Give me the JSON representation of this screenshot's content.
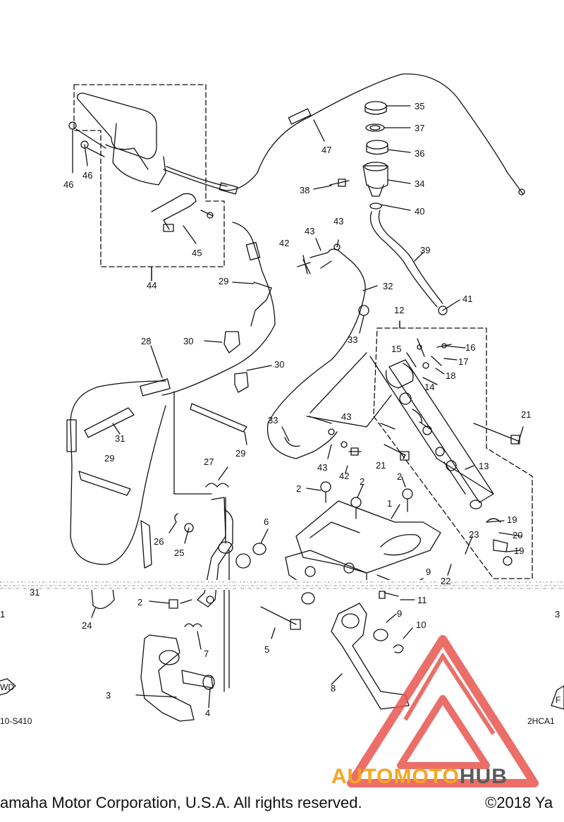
{
  "callouts": [
    {
      "n": "35"
    },
    {
      "n": "37"
    },
    {
      "n": "36"
    },
    {
      "n": "34"
    },
    {
      "n": "38"
    },
    {
      "n": "40"
    },
    {
      "n": "39"
    },
    {
      "n": "47"
    },
    {
      "n": "46"
    },
    {
      "n": "46"
    },
    {
      "n": "45"
    },
    {
      "n": "44"
    },
    {
      "n": "42"
    },
    {
      "n": "43"
    },
    {
      "n": "43"
    },
    {
      "n": "32"
    },
    {
      "n": "29"
    },
    {
      "n": "33"
    },
    {
      "n": "41"
    },
    {
      "n": "12"
    },
    {
      "n": "16"
    },
    {
      "n": "15"
    },
    {
      "n": "17"
    },
    {
      "n": "18"
    },
    {
      "n": "14"
    },
    {
      "n": "28"
    },
    {
      "n": "30"
    },
    {
      "n": "30"
    },
    {
      "n": "31"
    },
    {
      "n": "29"
    },
    {
      "n": "33"
    },
    {
      "n": "43"
    },
    {
      "n": "43"
    },
    {
      "n": "42"
    },
    {
      "n": "21"
    },
    {
      "n": "21"
    },
    {
      "n": "13"
    },
    {
      "n": "29"
    },
    {
      "n": "27"
    },
    {
      "n": "2"
    },
    {
      "n": "2"
    },
    {
      "n": "2"
    },
    {
      "n": "1"
    },
    {
      "n": "19"
    },
    {
      "n": "20"
    },
    {
      "n": "19"
    },
    {
      "n": "23"
    },
    {
      "n": "22"
    },
    {
      "n": "6"
    },
    {
      "n": "26"
    },
    {
      "n": "25"
    },
    {
      "n": "9"
    },
    {
      "n": "11"
    },
    {
      "n": "31"
    },
    {
      "n": "1"
    },
    {
      "n": "2"
    },
    {
      "n": "24"
    },
    {
      "n": "9"
    },
    {
      "n": "10"
    },
    {
      "n": "7"
    },
    {
      "n": "5"
    },
    {
      "n": "3"
    },
    {
      "n": "4"
    },
    {
      "n": "8"
    },
    {
      "n": "3"
    }
  ],
  "figure_codes": {
    "left": "10-S410",
    "right": "2HCA1",
    "fwd_left": "WD",
    "fwd_right": "F"
  },
  "footer": {
    "left": "amaha Motor Corporation, U.S.A. All rights reserved.",
    "right": "©2018 Ya"
  },
  "watermark": {
    "part_a": "AUTOMOTO",
    "part_b": "HUB",
    "color_a": "#f5a623",
    "color_b": "#5a5a5a",
    "logo_color": "#e8554e"
  }
}
